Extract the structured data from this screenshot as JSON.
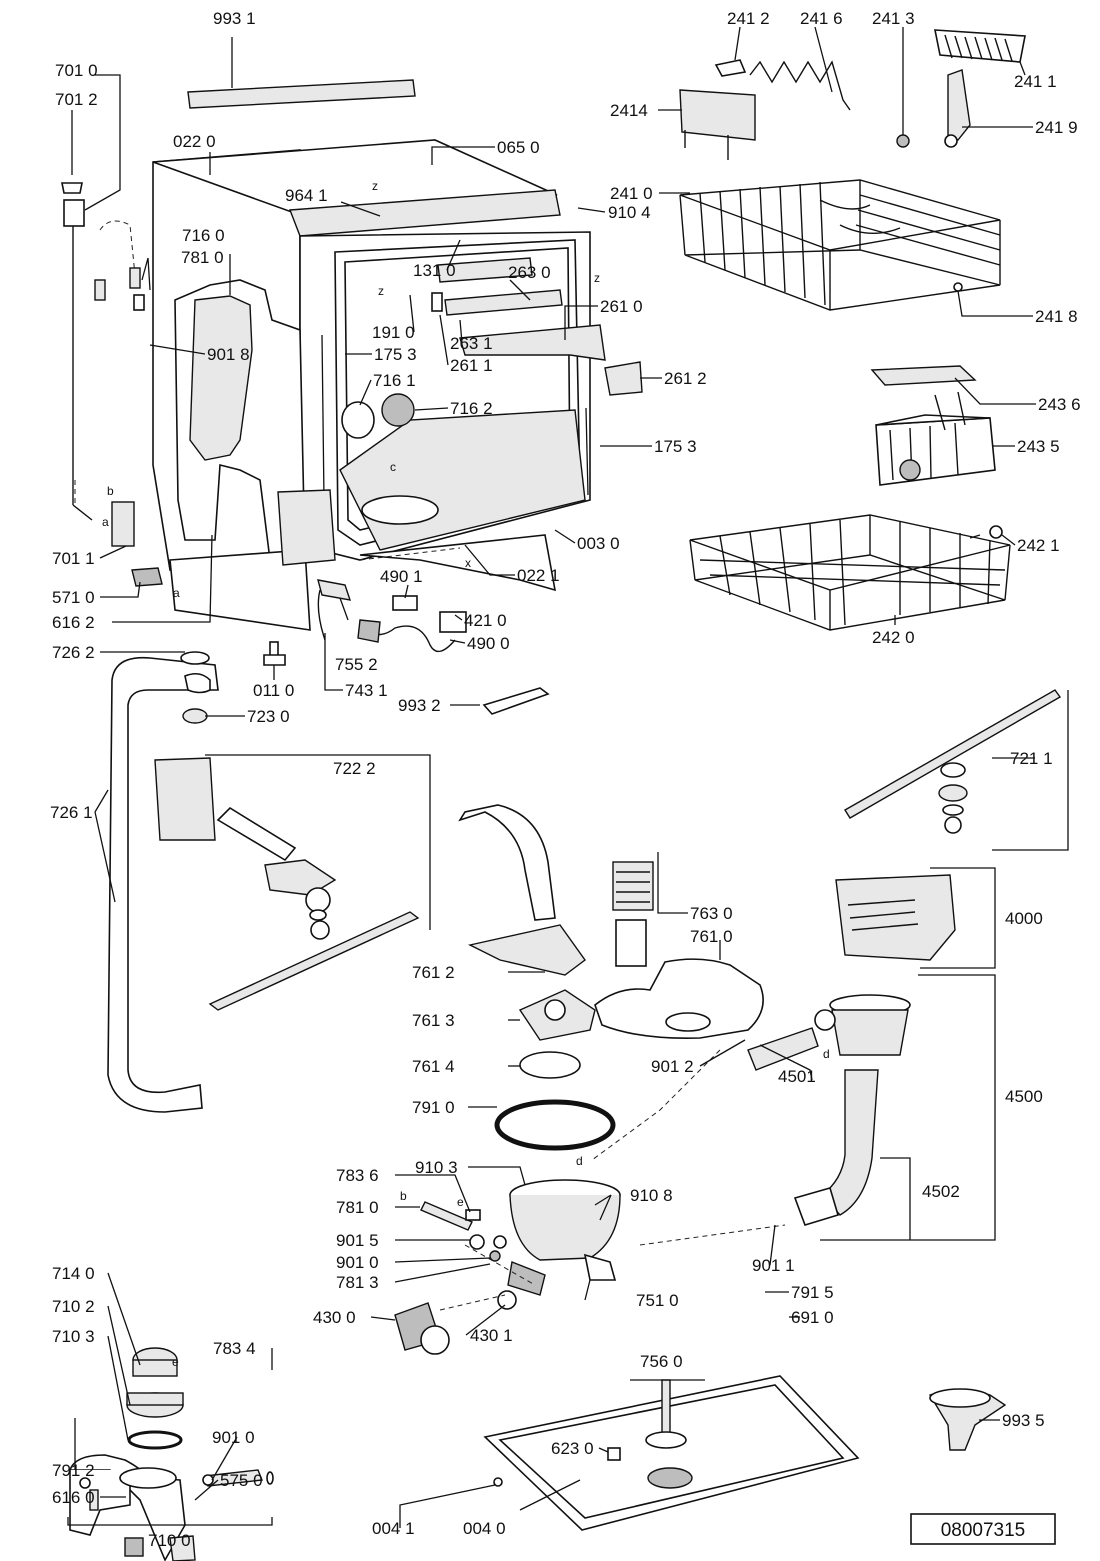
{
  "document_number": "08007315",
  "callouts": [
    {
      "id": "993-1",
      "text": "993 1"
    },
    {
      "id": "701-0",
      "text": "701 0"
    },
    {
      "id": "701-2",
      "text": "701 2"
    },
    {
      "id": "022-0",
      "text": "022 0"
    },
    {
      "id": "065-0",
      "text": "065 0"
    },
    {
      "id": "964-1",
      "text": "964 1"
    },
    {
      "id": "910-4",
      "text": "910 4"
    },
    {
      "id": "716-0",
      "text": "716 0"
    },
    {
      "id": "781-0-top",
      "text": "781 0"
    },
    {
      "id": "131-0",
      "text": "131 0"
    },
    {
      "id": "263-0",
      "text": "263 0"
    },
    {
      "id": "261-0",
      "text": "261 0"
    },
    {
      "id": "191-0",
      "text": "191 0"
    },
    {
      "id": "263-1",
      "text": "263 1"
    },
    {
      "id": "901-8",
      "text": "901 8"
    },
    {
      "id": "175-3-a",
      "text": "175 3"
    },
    {
      "id": "261-1",
      "text": "261 1"
    },
    {
      "id": "261-2",
      "text": "261 2"
    },
    {
      "id": "716-1",
      "text": "716 1"
    },
    {
      "id": "716-2",
      "text": "716 2"
    },
    {
      "id": "175-3-b",
      "text": "175 3"
    },
    {
      "id": "003-0",
      "text": "003 0"
    },
    {
      "id": "701-1",
      "text": "701 1"
    },
    {
      "id": "490-1",
      "text": "490 1"
    },
    {
      "id": "022-1",
      "text": "022 1"
    },
    {
      "id": "571-0",
      "text": "571 0"
    },
    {
      "id": "421-0",
      "text": "421 0"
    },
    {
      "id": "616-2",
      "text": "616 2"
    },
    {
      "id": "490-0",
      "text": "490 0"
    },
    {
      "id": "726-2",
      "text": "726 2"
    },
    {
      "id": "755-2",
      "text": "755 2"
    },
    {
      "id": "011-0",
      "text": "011 0"
    },
    {
      "id": "743-1",
      "text": "743 1"
    },
    {
      "id": "723-0",
      "text": "723 0"
    },
    {
      "id": "993-2",
      "text": "993 2"
    },
    {
      "id": "241-2",
      "text": "241 2"
    },
    {
      "id": "241-6",
      "text": "241 6"
    },
    {
      "id": "241-3",
      "text": "241 3"
    },
    {
      "id": "241-1",
      "text": "241 1"
    },
    {
      "id": "2414",
      "text": "2414"
    },
    {
      "id": "241-9",
      "text": "241 9"
    },
    {
      "id": "241-0",
      "text": "241 0"
    },
    {
      "id": "241-8",
      "text": "241 8"
    },
    {
      "id": "243-6",
      "text": "243 6"
    },
    {
      "id": "243-5",
      "text": "243 5"
    },
    {
      "id": "242-1",
      "text": "242 1"
    },
    {
      "id": "242-0",
      "text": "242 0"
    },
    {
      "id": "722-2",
      "text": "722 2"
    },
    {
      "id": "726-1",
      "text": "726 1"
    },
    {
      "id": "721-1",
      "text": "721 1"
    },
    {
      "id": "763-0",
      "text": "763 0"
    },
    {
      "id": "761-0",
      "text": "761 0"
    },
    {
      "id": "4000",
      "text": "4000"
    },
    {
      "id": "761-2",
      "text": "761 2"
    },
    {
      "id": "761-3",
      "text": "761 3"
    },
    {
      "id": "901-2",
      "text": "901 2"
    },
    {
      "id": "4501",
      "text": "4501"
    },
    {
      "id": "761-4",
      "text": "761 4"
    },
    {
      "id": "4500",
      "text": "4500"
    },
    {
      "id": "791-0",
      "text": "791 0"
    },
    {
      "id": "910-3",
      "text": "910 3"
    },
    {
      "id": "783-6",
      "text": "783 6"
    },
    {
      "id": "910-8",
      "text": "910 8"
    },
    {
      "id": "4502",
      "text": "4502"
    },
    {
      "id": "781-0-bot",
      "text": "781 0"
    },
    {
      "id": "901-5",
      "text": "901 5"
    },
    {
      "id": "901-0-a",
      "text": "901 0"
    },
    {
      "id": "901-1",
      "text": "901 1"
    },
    {
      "id": "781-3",
      "text": "781 3"
    },
    {
      "id": "714-0",
      "text": "714 0"
    },
    {
      "id": "751-0",
      "text": "751 0"
    },
    {
      "id": "791-5",
      "text": "791 5"
    },
    {
      "id": "710-2",
      "text": "710 2"
    },
    {
      "id": "430-0",
      "text": "430 0"
    },
    {
      "id": "691-0",
      "text": "691 0"
    },
    {
      "id": "430-1",
      "text": "430 1"
    },
    {
      "id": "710-3",
      "text": "710 3"
    },
    {
      "id": "783-4",
      "text": "783 4"
    },
    {
      "id": "756-0",
      "text": "756 0"
    },
    {
      "id": "623-0",
      "text": "623 0"
    },
    {
      "id": "901-0-b",
      "text": "901 0"
    },
    {
      "id": "993-5",
      "text": "993 5"
    },
    {
      "id": "791-2",
      "text": "791 2"
    },
    {
      "id": "575-0",
      "text": "575 0"
    },
    {
      "id": "616-0",
      "text": "616 0"
    },
    {
      "id": "004-1",
      "text": "004 1"
    },
    {
      "id": "004-0",
      "text": "004 0"
    },
    {
      "id": "710-0",
      "text": "710 0"
    }
  ],
  "connection_letters": {
    "b1": "b",
    "a1": "a",
    "a2": "a",
    "z1": "z",
    "z2": "z",
    "z3": "z",
    "c": "c",
    "x": "x",
    "d1": "d",
    "d2": "d",
    "b2": "b",
    "e1": "e",
    "e2": "e"
  }
}
